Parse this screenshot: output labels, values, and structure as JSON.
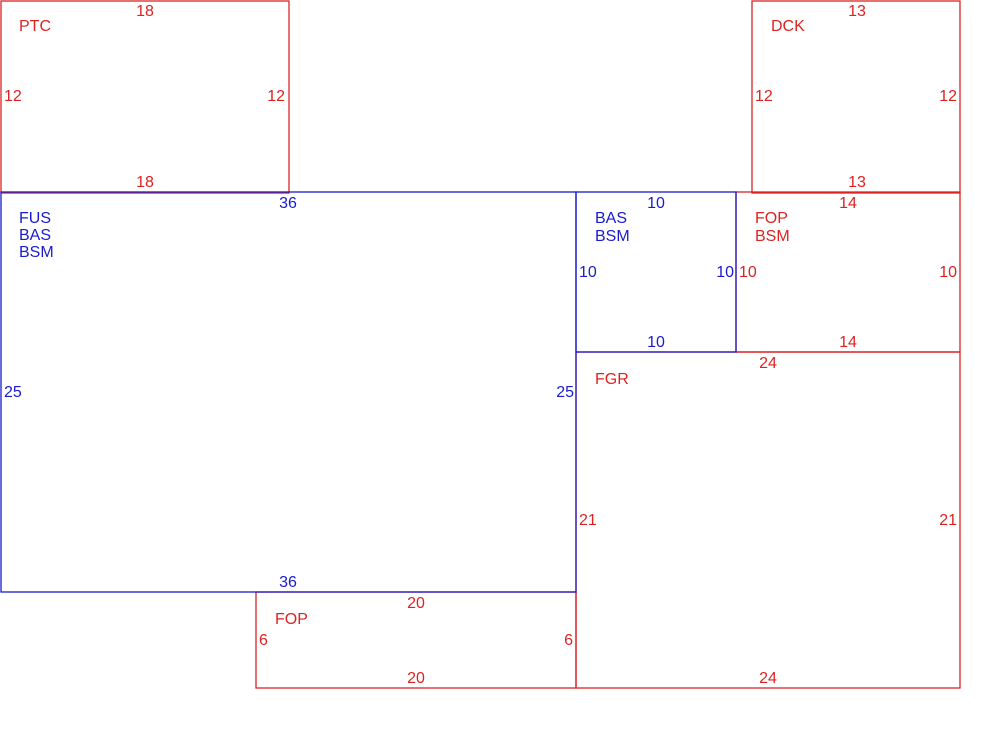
{
  "colors": {
    "blue": "#1a1ad0",
    "red": "#dd2222",
    "background": "#ffffff"
  },
  "sketch": {
    "areas": [
      {
        "id": "ptc",
        "color": "red",
        "labels": [
          "PTC"
        ],
        "dims": {
          "top": "18",
          "bottom": "18",
          "left": "12",
          "right": "12"
        }
      },
      {
        "id": "dck",
        "color": "red",
        "labels": [
          "DCK"
        ],
        "dims": {
          "top": "13",
          "bottom": "13",
          "left": "12",
          "right": "12"
        }
      },
      {
        "id": "main",
        "color": "blue",
        "labels": [
          "FUS",
          "BAS",
          "BSM"
        ],
        "dims": {
          "top": "36",
          "bottom": "36",
          "left": "25",
          "right": "25"
        }
      },
      {
        "id": "bas-small",
        "color": "blue",
        "labels": [
          "BAS",
          "BSM"
        ],
        "dims": {
          "top": "10",
          "bottom": "10",
          "left": "10",
          "right": "10"
        }
      },
      {
        "id": "fop-bsm",
        "color": "red",
        "labels": [
          "FOP",
          "BSM"
        ],
        "dims": {
          "top": "14",
          "bottom": "14",
          "left": "10",
          "right": "10"
        }
      },
      {
        "id": "fgr",
        "color": "red",
        "labels": [
          "FGR"
        ],
        "dims": {
          "top": "24",
          "bottom": "24",
          "left": "21",
          "right": "21"
        }
      },
      {
        "id": "fop",
        "color": "red",
        "labels": [
          "FOP"
        ],
        "dims": {
          "top": "20",
          "bottom": "20",
          "left": "6",
          "right": "6"
        }
      }
    ]
  }
}
